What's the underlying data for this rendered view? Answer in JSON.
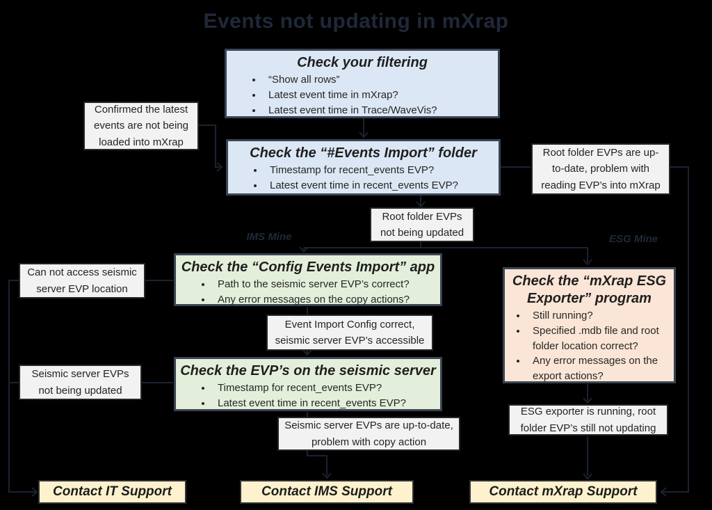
{
  "title": "Events not updating in mXrap",
  "branch_labels": {
    "left": "IMS Mine",
    "right": "ESG Mine"
  },
  "boxes": {
    "filtering": {
      "title": "Check your filtering",
      "bullets": [
        "“Show all rows”",
        "Latest event time in mXrap?",
        "Latest event time in Trace/WaveVis?"
      ]
    },
    "events_import": {
      "title": "Check the “#Events Import” folder",
      "bullets": [
        "Timestamp for recent_events EVP?",
        "Latest event time in recent_events EVP?"
      ]
    },
    "config_import": {
      "title": "Check the “Config Events Import” app",
      "bullets": [
        "Path to the seismic server EVP’s correct?",
        "Any error messages on the copy actions?"
      ]
    },
    "evp_seismic": {
      "title": "Check the EVP’s on the seismic server",
      "bullets": [
        "Timestamp for recent_events EVP?",
        "Latest event time in recent_events EVP?"
      ]
    },
    "esg_exporter": {
      "title": "Check the “mXrap ESG Exporter” program",
      "bullets": [
        "Still running?",
        "Specified .mdb file and root folder location correct?",
        "Any error messages on the export actions?"
      ]
    }
  },
  "notes": {
    "confirmed": "Confirmed the latest events are not being loaded into mXrap",
    "root_uptodate": "Root folder EVPs are up-to-date, problem with reading EVP’s into mXrap",
    "root_not_updated": "Root folder EVPs not being updated",
    "cannot_access": "Can not access seismic server EVP location",
    "config_correct": "Event Import Config correct, seismic server EVP’s accessible",
    "seismic_not_updated": "Seismic server EVPs not being updated",
    "seismic_uptodate": "Seismic server EVPs are up-to-date, problem with copy action",
    "esg_running": "ESG exporter is running, root folder EVP’s still not updating"
  },
  "contacts": {
    "it": "Contact IT Support",
    "ims": "Contact IMS Support",
    "mxrap": "Contact mXrap Support"
  },
  "colors": {
    "background": "#000000",
    "blue": "#dbe7f4",
    "green": "#e4efdb",
    "peach": "#fbe5d6",
    "yellow": "#fdf2cd",
    "box_border": "#3a4453",
    "yellow_border": "#333333",
    "note_bg": "#f2f2f2",
    "note_border": "#262626",
    "text_dark": "#1f1f1f",
    "faint": "#202838",
    "arrow": "#1b2230"
  }
}
